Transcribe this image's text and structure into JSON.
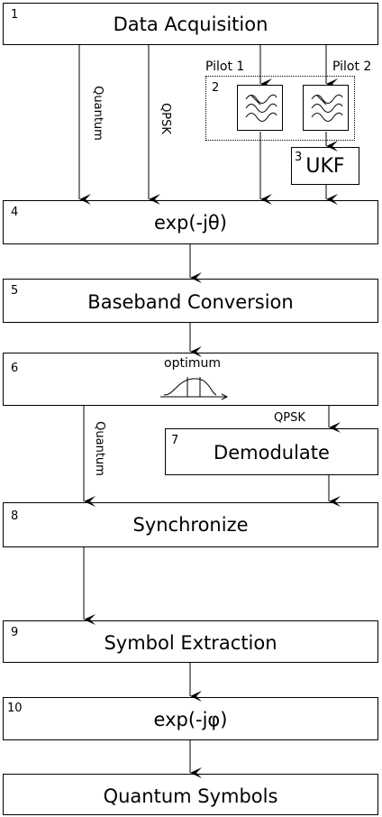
{
  "blocks": [
    {
      "number": "1",
      "title": "Data Acquisition"
    },
    {
      "number": "2",
      "title": ""
    },
    {
      "number": "3",
      "title": "UKF"
    },
    {
      "number": "4",
      "title": "exp(-jθ)"
    },
    {
      "number": "5",
      "title": "Baseband Conversion"
    },
    {
      "number": "6",
      "title": "optimum"
    },
    {
      "number": "7",
      "title": "Demodulate"
    },
    {
      "number": "8",
      "title": "Synchronize"
    },
    {
      "number": "9",
      "title": "Symbol Extraction"
    },
    {
      "number": "10",
      "title": "exp(-jφ)"
    },
    {
      "number": "",
      "title": "Quantum Symbols"
    }
  ],
  "edge_labels": {
    "quantum_top": "Quantum",
    "qpsk_top": "QPSK",
    "pilot1": "Pilot 1",
    "pilot2": "Pilot 2",
    "qpsk_mid": "QPSK",
    "quantum_mid": "Quantum"
  }
}
